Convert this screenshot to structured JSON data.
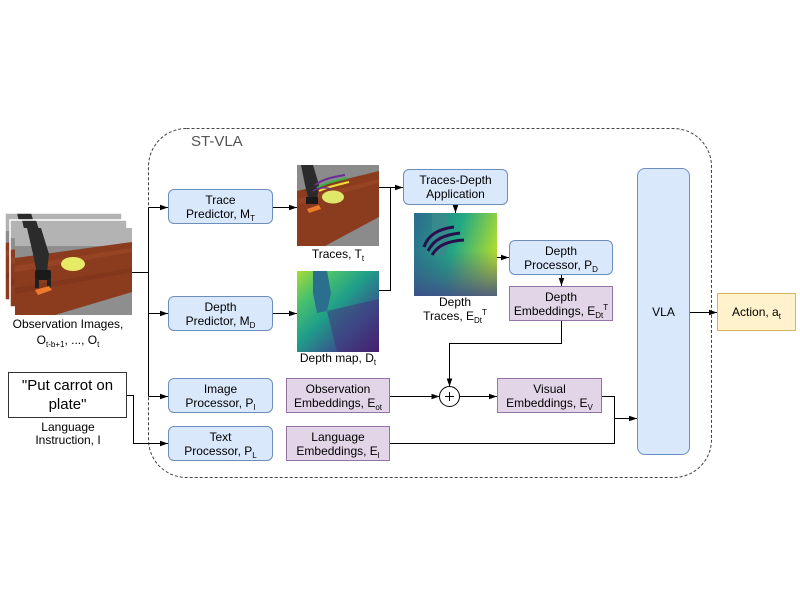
{
  "diagram": {
    "title": "ST-VLA",
    "observation_images": {
      "label": "Observation Images,",
      "o_first": "O",
      "o_first_sub": "t-b+1",
      "o_rest": ", ..., O",
      "o_last_sub": "t"
    },
    "instruction": {
      "text_line1": "\"Put carrot on",
      "text_line2": "plate\"",
      "label_line1": "Language",
      "label_line2": "Instruction, I"
    },
    "trace_predictor": {
      "line1": "Trace",
      "line2": "Predictor, M",
      "sub": "T"
    },
    "depth_predictor": {
      "line1": "Depth",
      "line2": "Predictor, M",
      "sub": "D"
    },
    "image_processor": {
      "line1": "Image",
      "line2": "Processor, P",
      "sub": "I"
    },
    "text_processor": {
      "line1": "Text",
      "line2": "Processor, P",
      "sub": "L"
    },
    "traces_image": {
      "label": "Traces, T",
      "sub": "t"
    },
    "depth_map_image": {
      "label": "Depth map, D",
      "sub": "t"
    },
    "traces_depth_application": {
      "line1": "Traces-Depth",
      "line2": "Application"
    },
    "depth_traces_image": {
      "line1": "Depth",
      "line2": "Traces, E",
      "sub": "Dt",
      "sup": "T"
    },
    "depth_processor": {
      "line1": "Depth",
      "line2": "Processor, P",
      "sub": "D"
    },
    "depth_embeddings": {
      "line1": "Depth",
      "line2": "Embeddings, E",
      "sub": "Dt",
      "sup": "T"
    },
    "observation_embeddings": {
      "line1": "Observation",
      "line2": "Embeddings, E",
      "sub": "ot"
    },
    "language_embeddings": {
      "line1": "Language",
      "line2": "Embeddings, E",
      "sub": "l"
    },
    "visual_embeddings": {
      "line1": "Visual",
      "line2": "Embeddings, E",
      "sub": "V"
    },
    "vla": {
      "label": "VLA"
    },
    "action": {
      "label": "Action, a",
      "sub": "t"
    }
  },
  "colors": {
    "module_fill": "#dae8fc",
    "module_stroke": "#6c8ebf",
    "embedding_fill": "#e1d5e7",
    "embedding_stroke": "#9673a6",
    "output_fill": "#fff2cc",
    "output_stroke": "#d6b656"
  }
}
